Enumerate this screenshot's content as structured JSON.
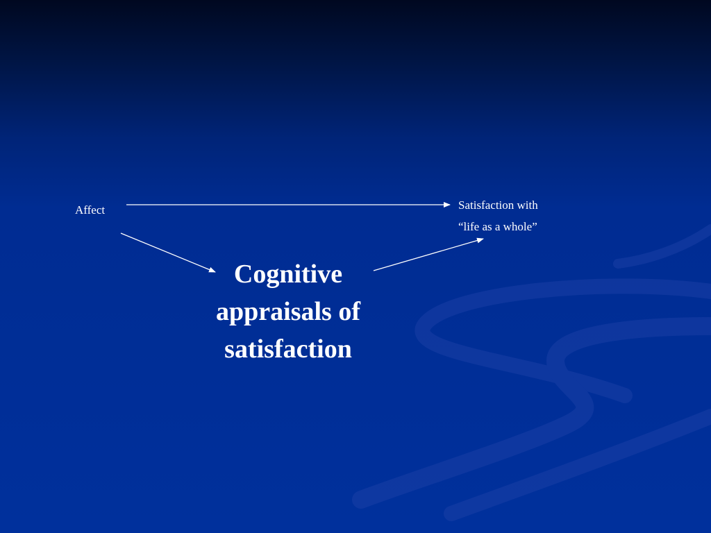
{
  "slide": {
    "colors": {
      "background_top": "#000820",
      "background_main": "#00309c",
      "swoosh": "#1a3fa6",
      "text": "#ffffff",
      "arrow": "#ffffff"
    }
  },
  "diagram": {
    "nodes": {
      "affect": {
        "label": "Affect"
      },
      "outcome": {
        "line1": "Satisfaction with",
        "line2": "“life as a whole”"
      },
      "mediator": {
        "line1": "Cognitive",
        "line2": "appraisals of",
        "line3": "satisfaction"
      }
    },
    "edges": [
      {
        "from": "affect",
        "to": "outcome"
      },
      {
        "from": "affect",
        "to": "mediator"
      },
      {
        "from": "mediator",
        "to": "outcome"
      }
    ]
  }
}
